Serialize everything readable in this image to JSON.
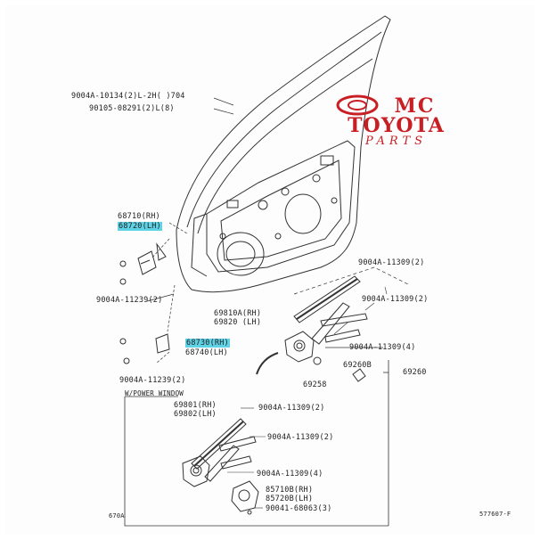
{
  "brand": {
    "line1": "MC",
    "line2": "TOYOTA",
    "line3": "PARTS",
    "color": "#c81f25"
  },
  "header_callouts": [
    "9004A-10134(2)L-2H(  )704",
    "90105-08291(2)L(8)"
  ],
  "labels": {
    "p68710": "68710(RH)",
    "p68720": "68720(LH)",
    "p9004A_11239_a": "9004A-11239(2)",
    "p69810": "69810A(RH)",
    "p69820": "69820 (LH)",
    "p68730": "68730(RH)",
    "p68740": "68740(LH)",
    "p9004A_11239_b": "9004A-11239(2)",
    "p9004A_11309_t1": "9004A-11309(2)",
    "p9004A_11309_t2": "9004A-11309(2)",
    "p9004A_11309_t3": "9004A-11309(4)",
    "p69260B": "69260B",
    "p69260": "69260",
    "p69258": "69258",
    "power_note": "W/POWER WINDOW",
    "p69801": "69801(RH)",
    "p69802": "69802(LH)",
    "p9004A_11309_b1": "9004A-11309(2)",
    "p9004A_11309_b2": "9004A-11309(2)",
    "p9004A_11309_b3": "9004A-11309(4)",
    "p85710": "85710B(RH)",
    "p85720": "85720B(LH)",
    "p90041": "90041-68063(3)",
    "footer_left": "670A",
    "footer_right": "577607-F"
  },
  "highlight_color": "#5fd3e6"
}
